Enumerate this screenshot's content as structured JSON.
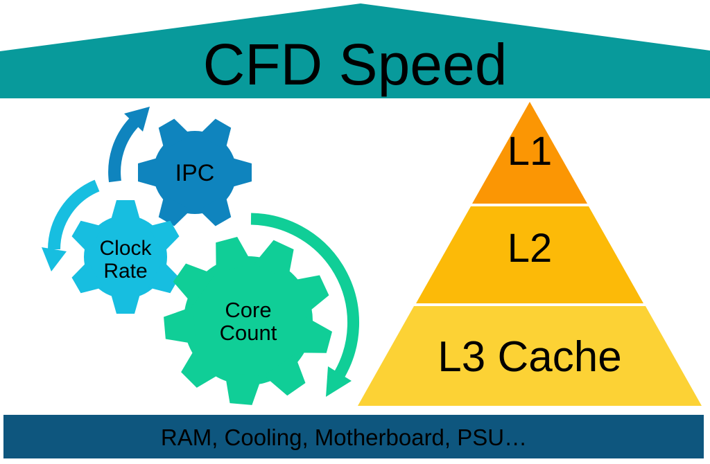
{
  "title_banner": {
    "label": "CFD Speed",
    "bg_color": "#089A9B"
  },
  "gears": {
    "ipc": {
      "label": "IPC",
      "color": "#0F84BE"
    },
    "clock_rate": {
      "label_line1": "Clock",
      "label_line2": "Rate",
      "color": "#17BEE0"
    },
    "core_count": {
      "label_line1": "Core",
      "label_line2": "Count",
      "color": "#10CE97"
    }
  },
  "pyramid": {
    "levels": [
      {
        "label": "L1",
        "color": "#FB9604"
      },
      {
        "label": "L2",
        "color": "#FCBA08"
      },
      {
        "label": "L3 Cache",
        "color": "#FCD235"
      }
    ]
  },
  "footer_bar": {
    "label": "RAM, Cooling, Motherboard, PSU…",
    "bg_color": "#0E567E"
  }
}
